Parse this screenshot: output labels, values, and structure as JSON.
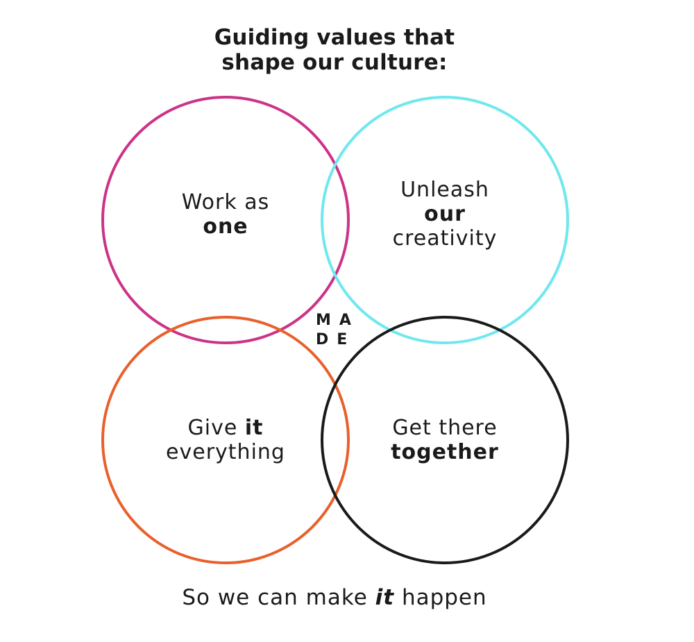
{
  "title": {
    "line1": "Guiding values that",
    "line2": "shape our culture:"
  },
  "circles": [
    {
      "color": "#cc3388",
      "lines": [
        {
          "text": "Work as"
        },
        {
          "text": "one",
          "bold": true
        }
      ]
    },
    {
      "color": "#6ee8ee",
      "lines": [
        {
          "text": "Unleash"
        },
        {
          "text": "our",
          "bold": true
        },
        {
          "text": "creativity"
        }
      ]
    },
    {
      "color": "#e8602c",
      "lines": [
        {
          "text": "Give ",
          "bold_part": "it"
        },
        {
          "text": "everything"
        }
      ]
    },
    {
      "color": "#1a1a1a",
      "lines": [
        {
          "text": "Get there"
        },
        {
          "text": "together",
          "bold": true
        }
      ]
    }
  ],
  "circle_labels": {
    "c1_line1": "Work as",
    "c1_line2": "one",
    "c2_line1": "Unleash",
    "c2_line2": "our",
    "c2_line3": "creativity",
    "c3_line1_pre": "Give",
    "c3_line1_bold": "it",
    "c3_line2": "everything",
    "c4_line1": "Get there",
    "c4_line2": "together"
  },
  "logo": {
    "row1": "MA",
    "row2": "DE"
  },
  "footer": {
    "pre": "So we can make",
    "emphasis": "it",
    "post": "happen"
  }
}
